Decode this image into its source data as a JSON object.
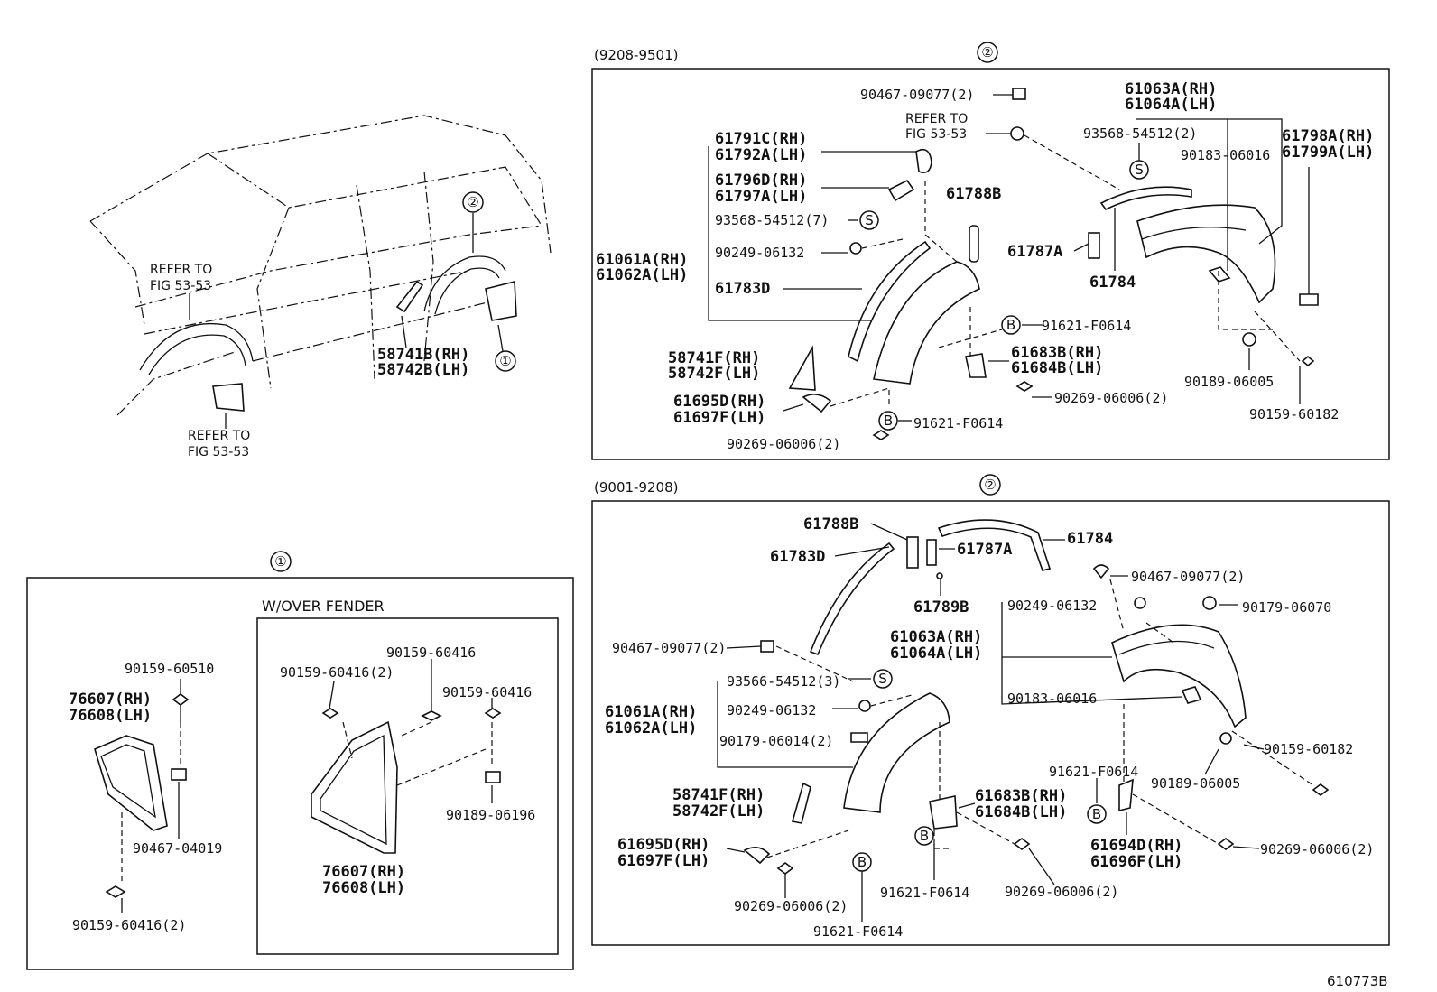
{
  "diagram_code": "610773B",
  "vehicle": {
    "labels": [
      "REFER TO",
      "FIG 53-53",
      "REFER TO",
      "FIG 53-53",
      "58741B(RH)",
      "58742B(LH)"
    ],
    "callouts": [
      "②",
      "①"
    ]
  },
  "detail1": {
    "title": "①",
    "over_fender_title": "W/OVER FENDER",
    "left": [
      "90159-60510",
      "76607(RH)",
      "76608(LH)",
      "90467-04019",
      "90159-60416(2)"
    ],
    "right": [
      "90159-60416",
      "90159-60416(2)",
      "90159-60416",
      "90189-06196",
      "76607(RH)",
      "76608(LH)"
    ]
  },
  "upper": {
    "period": "(9208-9501)",
    "title": "②",
    "labels": [
      "90467-09077(2)",
      "REFER TO",
      "FIG 53-53",
      "61063A(RH)",
      "61064A(LH)",
      "93568-54512(2)",
      "61798A(RH)",
      "61799A(LH)",
      "90183-06016",
      "61791C(RH)",
      "61792A(LH)",
      "61796D(RH)",
      "61797A(LH)",
      "61788B",
      "93568-54512(7)",
      "61787A",
      "90249-06132",
      "61061A(RH)",
      "61062A(LH)",
      "61784",
      "61783D",
      "91621-F0614",
      "61683B(RH)",
      "61684B(LH)",
      "58741F(RH)",
      "58742F(LH)",
      "90189-06005",
      "90269-06006(2)",
      "61695D(RH)",
      "61697F(LH)",
      "90159-60182",
      "91621-F0614",
      "90269-06006(2)"
    ]
  },
  "lower": {
    "period": "(9001-9208)",
    "title": "②",
    "labels": [
      "61788B",
      "61784",
      "61783D",
      "61787A",
      "90467-09077(2)",
      "61789B",
      "90249-06132",
      "90179-06070",
      "61063A(RH)",
      "61064A(LH)",
      "90467-09077(2)",
      "93566-54512(3)",
      "61061A(RH)",
      "61062A(LH)",
      "90249-06132",
      "90183-06016",
      "90179-06014(2)",
      "90159-60182",
      "91621-F0614",
      "90189-06005",
      "58741F(RH)",
      "58742F(LH)",
      "61683B(RH)",
      "61684B(LH)",
      "61694D(RH)",
      "61696F(LH)",
      "61695D(RH)",
      "61697F(LH)",
      "90269-06006(2)",
      "90269-06006(2)",
      "91621-F0614",
      "90269-06006(2)",
      "91621-F0614"
    ]
  },
  "symbols": {
    "s": "S",
    "b": "B"
  }
}
